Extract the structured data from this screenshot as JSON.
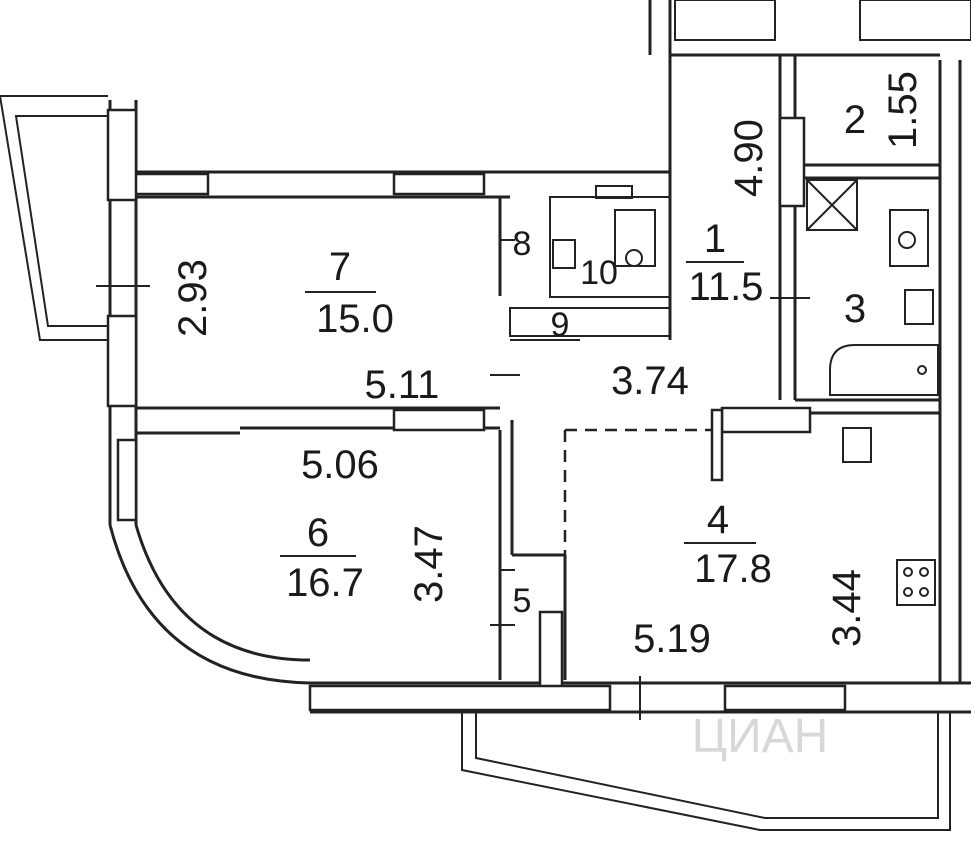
{
  "rooms": [
    {
      "number": "1",
      "area": "11.5"
    },
    {
      "number": "2"
    },
    {
      "number": "3"
    },
    {
      "number": "4",
      "area": "17.8"
    },
    {
      "number": "6",
      "area": "16.7"
    },
    {
      "number": "7",
      "area": "15.0"
    }
  ],
  "dimensions": {
    "r7_height": "2.93",
    "r7_width": "5.11",
    "r6_top": "5.06",
    "r6_height": "3.47",
    "hall_width": "3.74",
    "corr_height": "4.90",
    "r2_height": "1.55",
    "r4_bottom": "5.19",
    "r4_height": "3.44"
  },
  "markers": [
    "8",
    "10",
    "9",
    "5"
  ],
  "watermark": "ЦИАН"
}
